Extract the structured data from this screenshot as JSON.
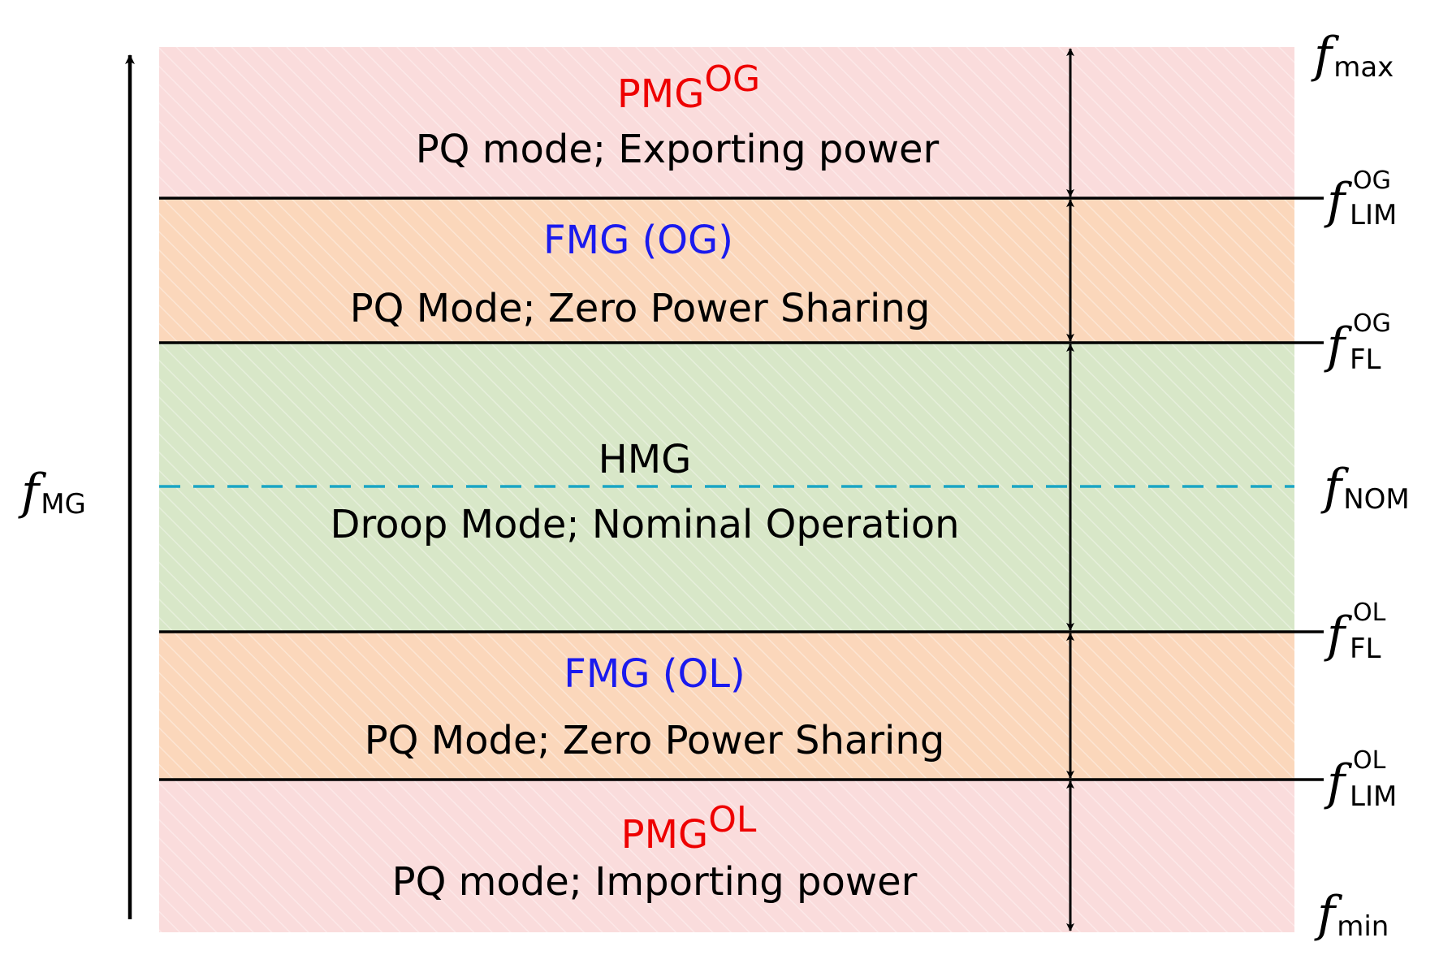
{
  "colors": {
    "pmg_band": "#fadcdc",
    "fmg_band": "#fbd7bb",
    "hmg_band": "#d8e7c8",
    "nominal_line": "#1aa5c4",
    "pmg_title": "#ee0000",
    "fmg_title": "#1a1aee",
    "hmg_title": "#000000",
    "boundary_line": "#000000"
  },
  "axis": {
    "f": "f",
    "sub": "MG"
  },
  "bands": [
    {
      "id": "pmg-og",
      "title": "PMG",
      "title_sup": "OG",
      "title_color": "pmg_title",
      "subtitle": "PQ mode; Exporting power",
      "fill": "pmg_band"
    },
    {
      "id": "fmg-og",
      "title": "FMG (OG)",
      "title_sup": "",
      "title_color": "fmg_title",
      "subtitle": "PQ Mode; Zero Power Sharing",
      "fill": "fmg_band"
    },
    {
      "id": "hmg",
      "title": "HMG",
      "title_sup": "",
      "title_color": "hmg_title",
      "subtitle": "Droop Mode; Nominal Operation",
      "fill": "hmg_band"
    },
    {
      "id": "fmg-ol",
      "title": "FMG (OL)",
      "title_sup": "",
      "title_color": "fmg_title",
      "subtitle": "PQ Mode; Zero Power Sharing",
      "fill": "fmg_band"
    },
    {
      "id": "pmg-ol",
      "title": "PMG",
      "title_sup": "OL",
      "title_color": "pmg_title",
      "subtitle": "PQ mode; Importing power",
      "fill": "pmg_band"
    }
  ],
  "frequency_labels": [
    {
      "id": "f-max",
      "f": "f",
      "sub": "max",
      "sup": ""
    },
    {
      "id": "f-lim-og",
      "f": "f",
      "sub": "LIM",
      "sup": "OG"
    },
    {
      "id": "f-fl-og",
      "f": "f",
      "sub": "FL",
      "sup": "OG"
    },
    {
      "id": "f-nom",
      "f": "f",
      "sub": "NOM",
      "sup": ""
    },
    {
      "id": "f-fl-ol",
      "f": "f",
      "sub": "FL",
      "sup": "OL"
    },
    {
      "id": "f-lim-ol",
      "f": "f",
      "sub": "LIM",
      "sup": "OL"
    },
    {
      "id": "f-min",
      "f": "f",
      "sub": "min",
      "sup": ""
    }
  ]
}
